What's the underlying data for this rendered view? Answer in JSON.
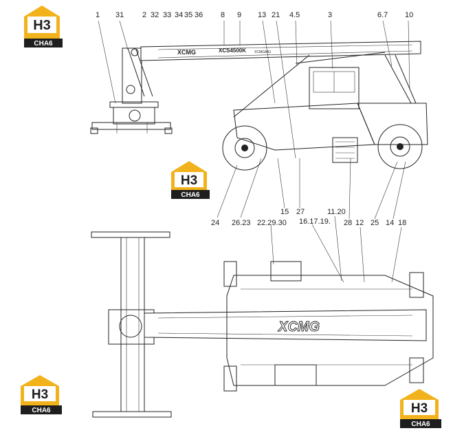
{
  "logo": {
    "mark": "H3",
    "caption": "CHA6"
  },
  "brand": "XCMG",
  "boom_model_text": "XCS4500K",
  "boom_small_text": "XCMGAA1",
  "callouts": {
    "top": [
      "1",
      "31",
      "2",
      "32",
      "33",
      "34",
      "35",
      "36",
      "8",
      "9",
      "13",
      "21",
      "4.5",
      "3",
      "6.7",
      "10"
    ],
    "middle": [
      "24",
      "26.23",
      "22.29.30",
      "15",
      "27",
      "16.17.19.",
      "11.20",
      "28",
      "12",
      "25",
      "14",
      "18"
    ]
  },
  "colors": {
    "logo_yellow": "#f2b21b",
    "logo_dark": "#1e1e1e",
    "line": "#222222"
  }
}
